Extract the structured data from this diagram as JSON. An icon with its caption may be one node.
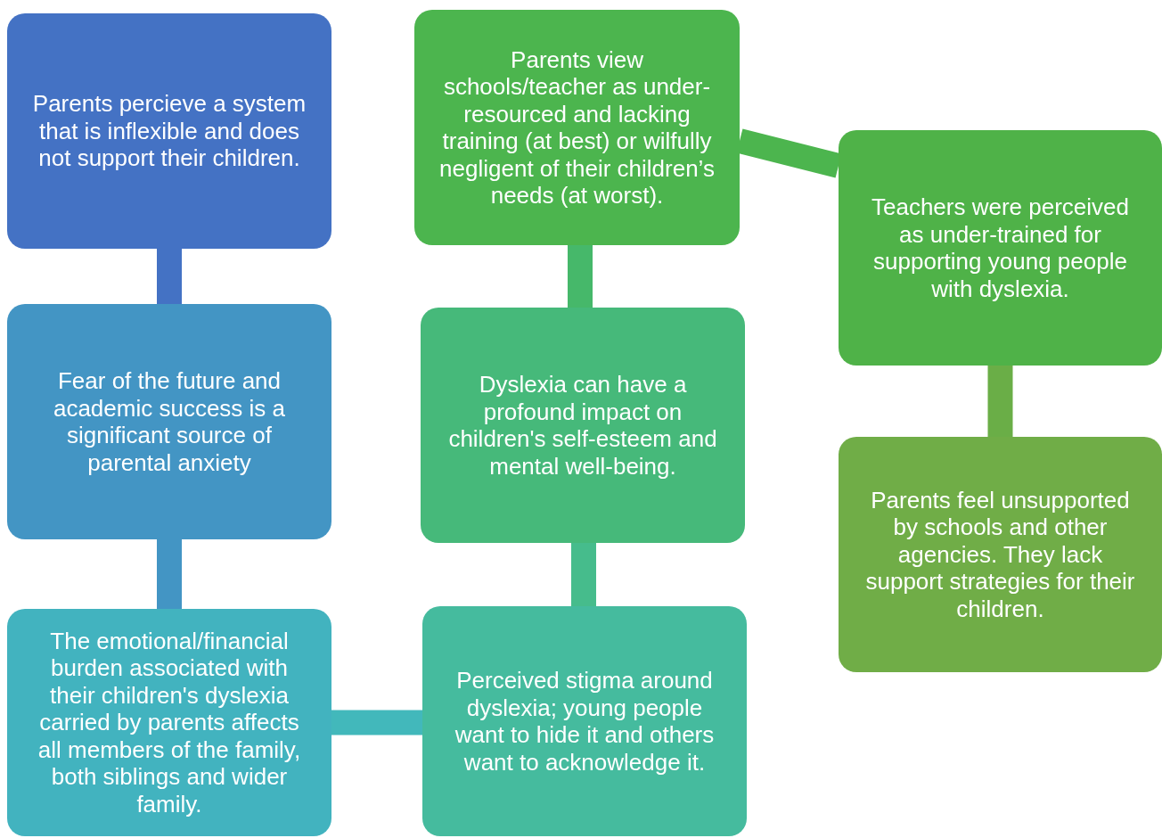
{
  "diagram": {
    "nodes": [
      {
        "text": [
          "Parents percieve a system that is inflexible and does not support their children."
        ]
      },
      {
        "text": [
          "Fear of the future and academic success is a significant source of parental anxiety"
        ]
      },
      {
        "text": [
          "The emotional/financial burden associated with their children's dyslexia carried by parents affects all members of the family, both siblings and wider family."
        ]
      },
      {
        "text": [
          "Parents view schools/teacher as under-resourced and lacking training (at best) or wilfully negligent of their children’s needs (at worst)."
        ]
      },
      {
        "text": [
          "Dyslexia can have a profound impact on children's self-esteem and mental well-being."
        ]
      },
      {
        "text": [
          "Perceived stigma around dyslexia; young people want to hide it and others want to acknowledge it."
        ]
      },
      {
        "text": [
          "Teachers were perceived as under-trained for supporting young people with dyslexia."
        ]
      },
      {
        "text": [
          "Parents feel unsupported by schools and other agencies. They lack support strategies for their children."
        ]
      }
    ],
    "edges": [
      {
        "from": 0,
        "to": 1,
        "arrow": "none",
        "color": "#4472c4"
      },
      {
        "from": 1,
        "to": 2,
        "arrow": "none",
        "color": "#4395c4"
      },
      {
        "from": 2,
        "to": 5,
        "arrow": "none",
        "color": "#42b8bb"
      },
      {
        "from": 5,
        "to": 4,
        "arrow": "none",
        "color": "#46bc8c"
      },
      {
        "from": 4,
        "to": 3,
        "arrow": "none",
        "color": "#46b86a"
      },
      {
        "from": 3,
        "to": 6,
        "arrow": "none",
        "color": "#4cb54e"
      },
      {
        "from": 6,
        "to": 7,
        "arrow": "none",
        "color": "#6aae47"
      }
    ]
  }
}
